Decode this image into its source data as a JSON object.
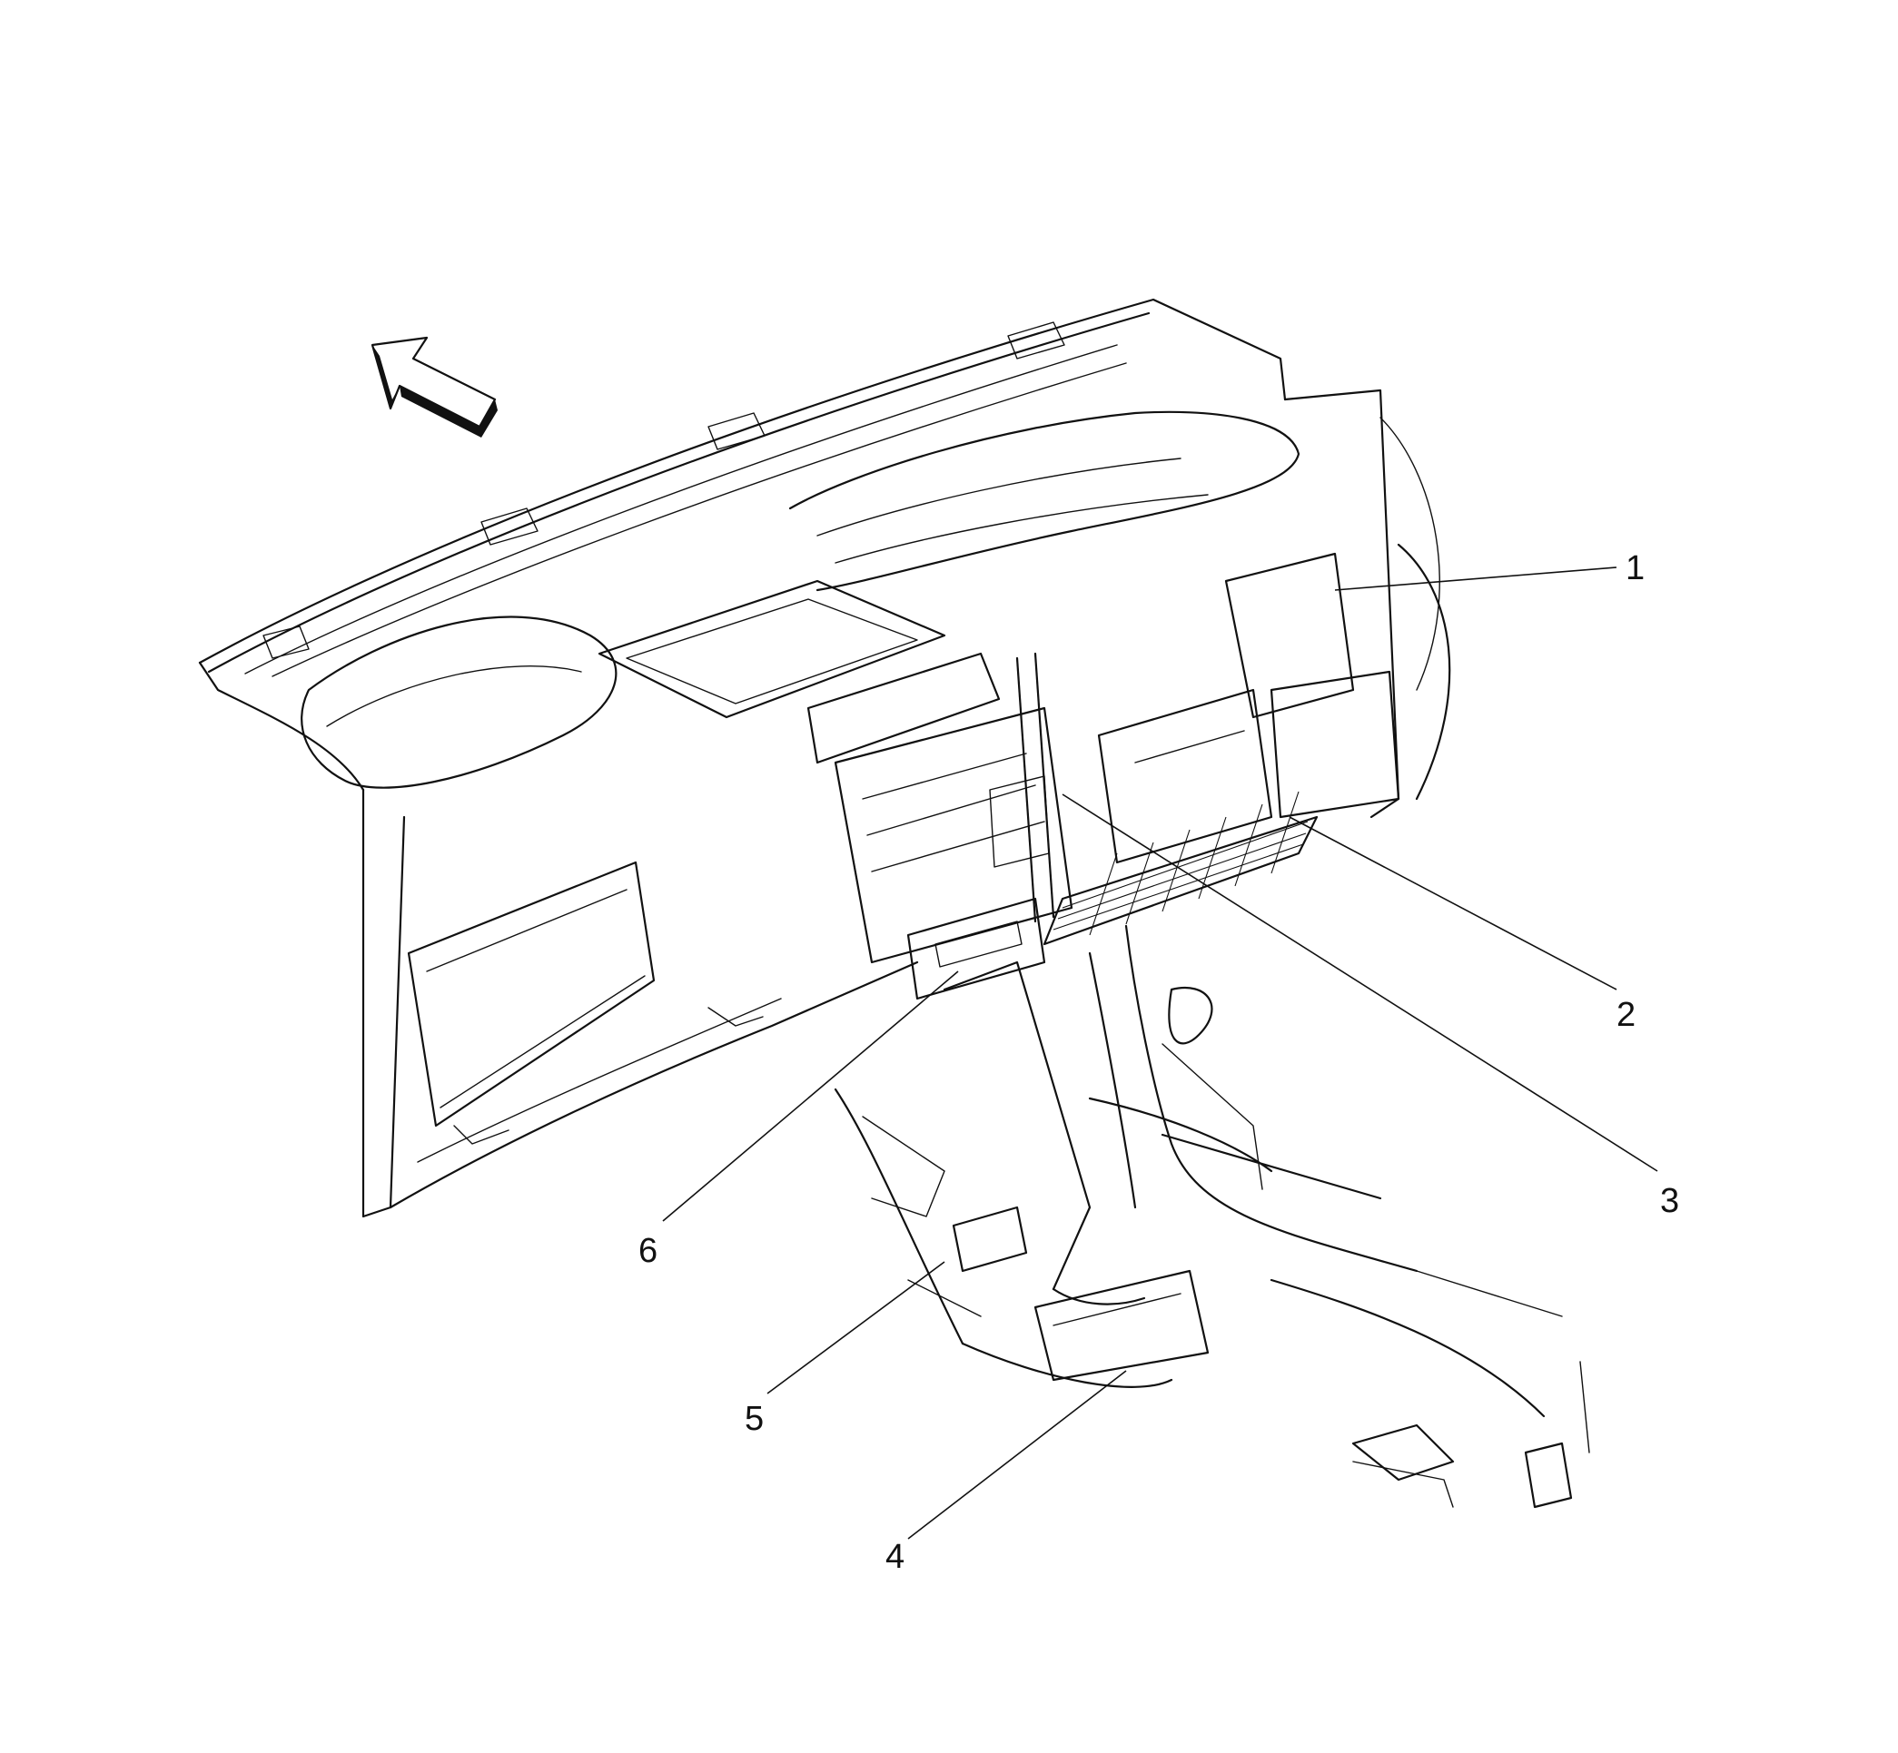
{
  "callouts": [
    {
      "id": "1",
      "label": "1"
    },
    {
      "id": "2",
      "label": "2"
    },
    {
      "id": "3",
      "label": "3"
    },
    {
      "id": "4",
      "label": "4"
    },
    {
      "id": "5",
      "label": "5"
    },
    {
      "id": "6",
      "label": "6"
    }
  ],
  "icons": {
    "direction_arrow": "forward-direction-arrow-icon"
  },
  "colors": {
    "line": "#111111",
    "background": "#ffffff"
  }
}
